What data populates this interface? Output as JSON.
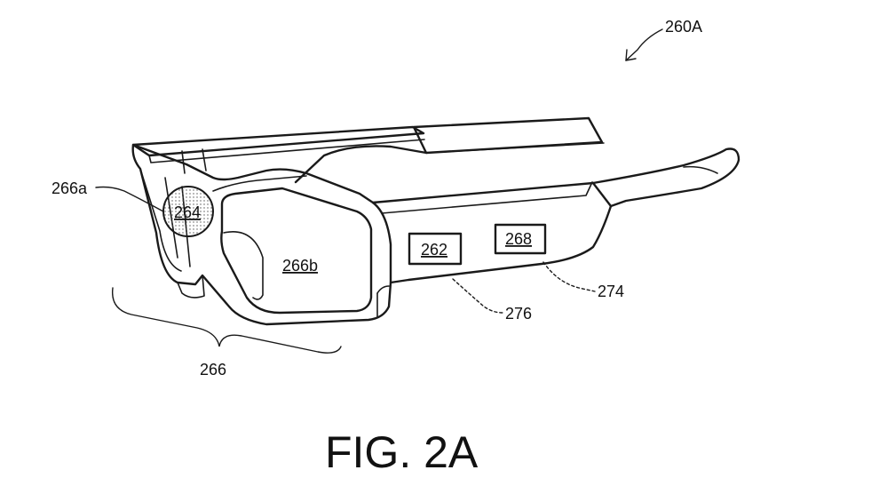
{
  "figure": {
    "title": "FIG. 2A",
    "reference_numerals": {
      "device": "260A",
      "sensor_region": "266a",
      "sensor": "264",
      "lens": "266b",
      "component_a": "262",
      "component_b": "268",
      "line_upper": "274",
      "line_lower": "276",
      "front_assembly": "266"
    }
  }
}
